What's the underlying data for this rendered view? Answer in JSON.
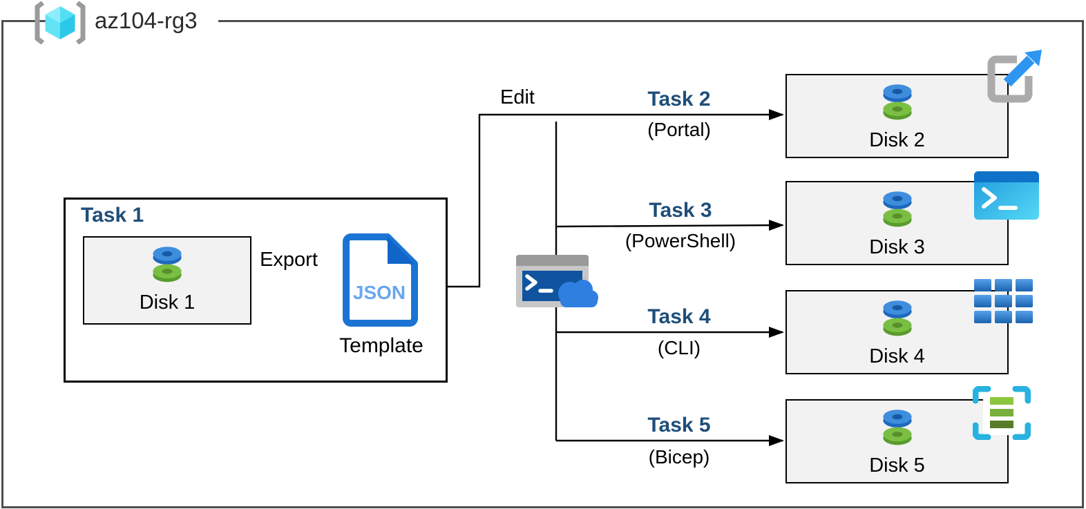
{
  "header": {
    "title": "az104-rg3",
    "icon": "resource-group-icon"
  },
  "task1": {
    "label": "Task 1",
    "disk_label": "Disk 1"
  },
  "export_label": "Export",
  "template": {
    "doc_text": "JSON",
    "label": "Template"
  },
  "edit_label": "Edit",
  "branches": [
    {
      "task": "Task 2",
      "method": "(Portal)",
      "disk_label": "Disk 2",
      "icon": "azure-portal-icon"
    },
    {
      "task": "Task 3",
      "method": "(PowerShell)",
      "disk_label": "Disk 3",
      "icon": "powershell-icon"
    },
    {
      "task": "Task 4",
      "method": "(CLI)",
      "disk_label": "Disk 4",
      "icon": "azure-cli-icon"
    },
    {
      "task": "Task 5",
      "method": "(Bicep)",
      "disk_label": "Disk 5",
      "icon": "bicep-icon"
    }
  ],
  "colors": {
    "task_label": "#1F4E79",
    "connector": "#000000",
    "card_fill": "#f2f2f2",
    "frame_border": "#4d4d4d",
    "json_doc_blue": "#1b74d4",
    "json_text_blue": "#6aa7ee",
    "disk_blue": "#3f8ede",
    "disk_green": "#7abf43",
    "cloud_blue": "#2f7fe0",
    "cyan_bracket": "#27b2e0"
  }
}
